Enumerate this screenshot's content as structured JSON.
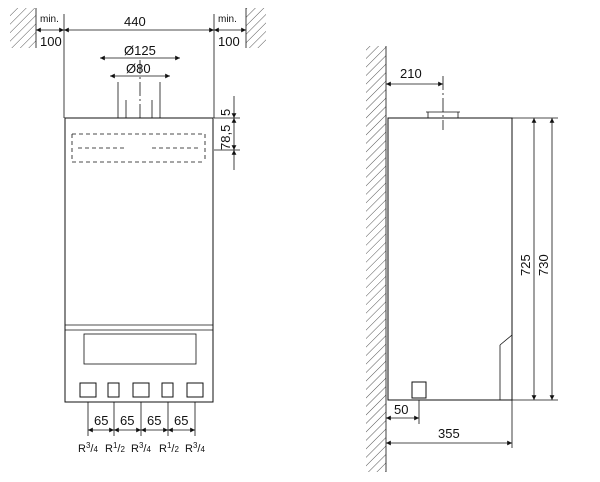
{
  "front_view": {
    "clearance_left": {
      "label": "min.",
      "value": "100"
    },
    "clearance_right": {
      "label": "min.",
      "value": "100"
    },
    "width": "440",
    "flue_outer_diameter": "Ø125",
    "flue_inner_diameter": "Ø80",
    "flue_offset_dims": [
      "78,5",
      "5"
    ],
    "connection_spacing": [
      "65",
      "65",
      "65",
      "65"
    ],
    "connections": [
      {
        "label": "R",
        "sup": "3",
        "sub": "4"
      },
      {
        "label": "R",
        "sup": "1",
        "sub": "2"
      },
      {
        "label": "R",
        "sup": "3",
        "sub": "4"
      },
      {
        "label": "R",
        "sup": "1",
        "sub": "2"
      },
      {
        "label": "R",
        "sup": "3",
        "sub": "4"
      }
    ]
  },
  "side_view": {
    "flue_offset": "210",
    "height_body": "725",
    "height_total": "730",
    "connection_offset": "50",
    "depth": "355"
  }
}
